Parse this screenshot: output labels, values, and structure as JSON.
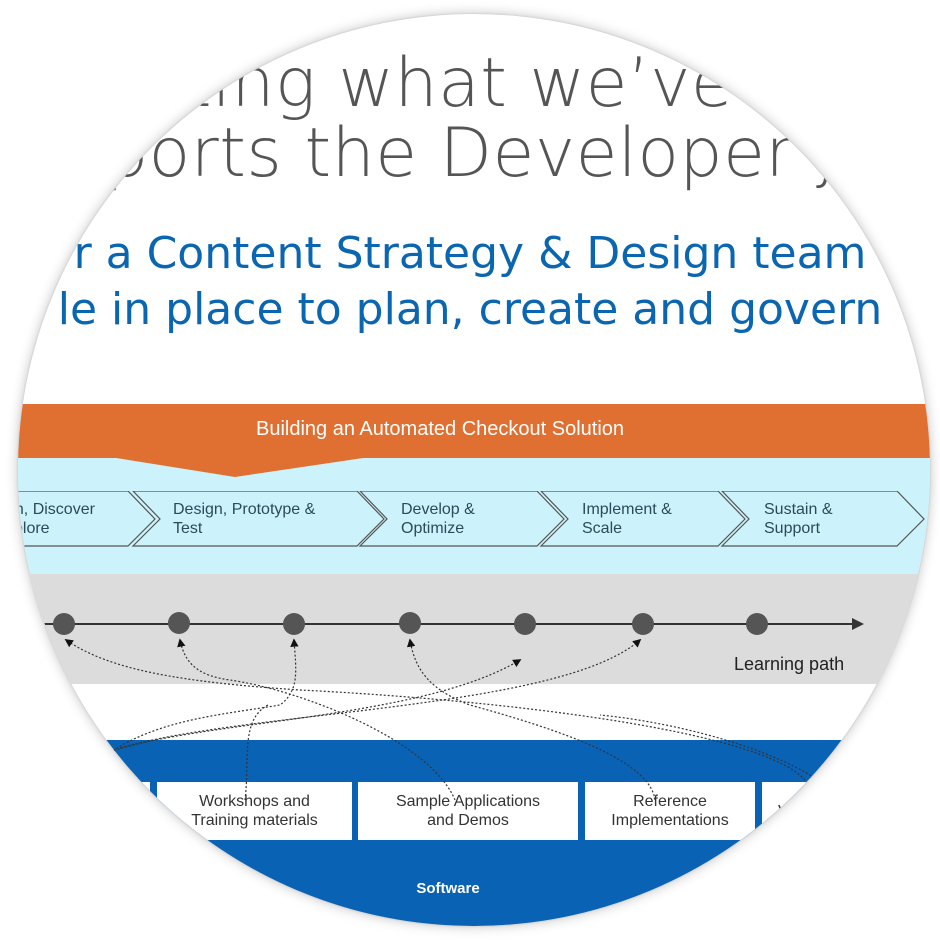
{
  "title": {
    "line1": "nting what we’ve E",
    "line2": "pports the Developer Jo"
  },
  "subtitle": {
    "line1": "r a Content Strategy & Design team",
    "line2": "le in place to plan, create and govern"
  },
  "banner": {
    "text": "Building an Automated Checkout Solution",
    "color": "#e07032"
  },
  "stages": [
    {
      "line1": "on, Discover",
      "line2": "xplore"
    },
    {
      "line1": "Design, Prototype &",
      "line2": "Test"
    },
    {
      "line1": "Develop &",
      "line2": "Optimize"
    },
    {
      "line1": "Implement &",
      "line2": "Scale"
    },
    {
      "line1": "Sustain &",
      "line2": "Support"
    }
  ],
  "learning_path": {
    "label": "Learning path",
    "node_count": 7
  },
  "resources": [
    {
      "line1": "Workshops and",
      "line2": "Training materials"
    },
    {
      "line1": "Sample Applications",
      "line2": "and Demos"
    },
    {
      "line1": "Reference",
      "line2": "Implementations"
    },
    {
      "line1": "V",
      "line2": ""
    }
  ],
  "footer": {
    "label": "Software",
    "color": "#0a62b4"
  }
}
